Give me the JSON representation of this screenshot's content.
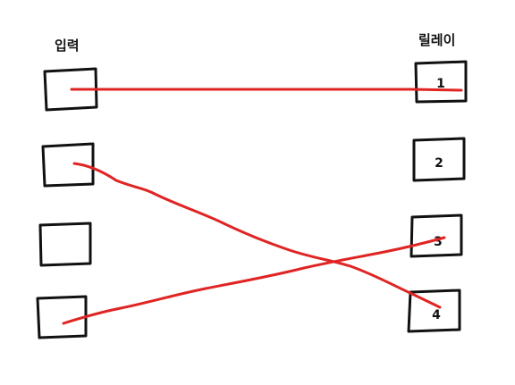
{
  "headings": {
    "input": "입력",
    "relay": "릴레이"
  },
  "relays": [
    {
      "label": "1"
    },
    {
      "label": "2"
    },
    {
      "label": "3"
    },
    {
      "label": "4"
    }
  ],
  "inputs_count": 4,
  "connections": [
    {
      "from_input": 1,
      "to_relay": 1
    },
    {
      "from_input": 2,
      "to_relay": 4
    },
    {
      "from_input": 4,
      "to_relay": 3
    }
  ],
  "colors": {
    "box_stroke": "#111111",
    "wire": "#e02424",
    "background": "#ffffff"
  }
}
